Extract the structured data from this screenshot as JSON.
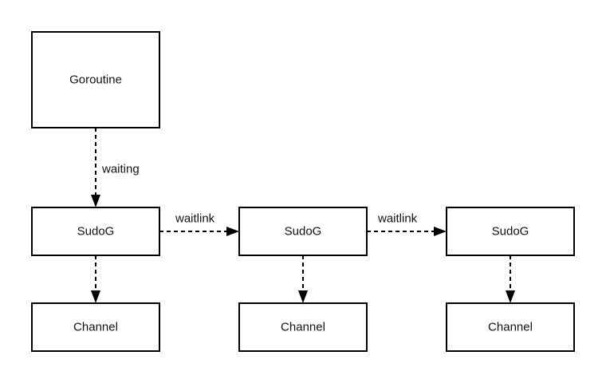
{
  "nodes": {
    "goroutine": "Goroutine",
    "sudog_1": "SudoG",
    "sudog_2": "SudoG",
    "sudog_3": "SudoG",
    "channel_1": "Channel",
    "channel_2": "Channel",
    "channel_3": "Channel"
  },
  "edges": {
    "waiting": "waiting",
    "waitlink_1": "waitlink",
    "waitlink_2": "waitlink"
  }
}
